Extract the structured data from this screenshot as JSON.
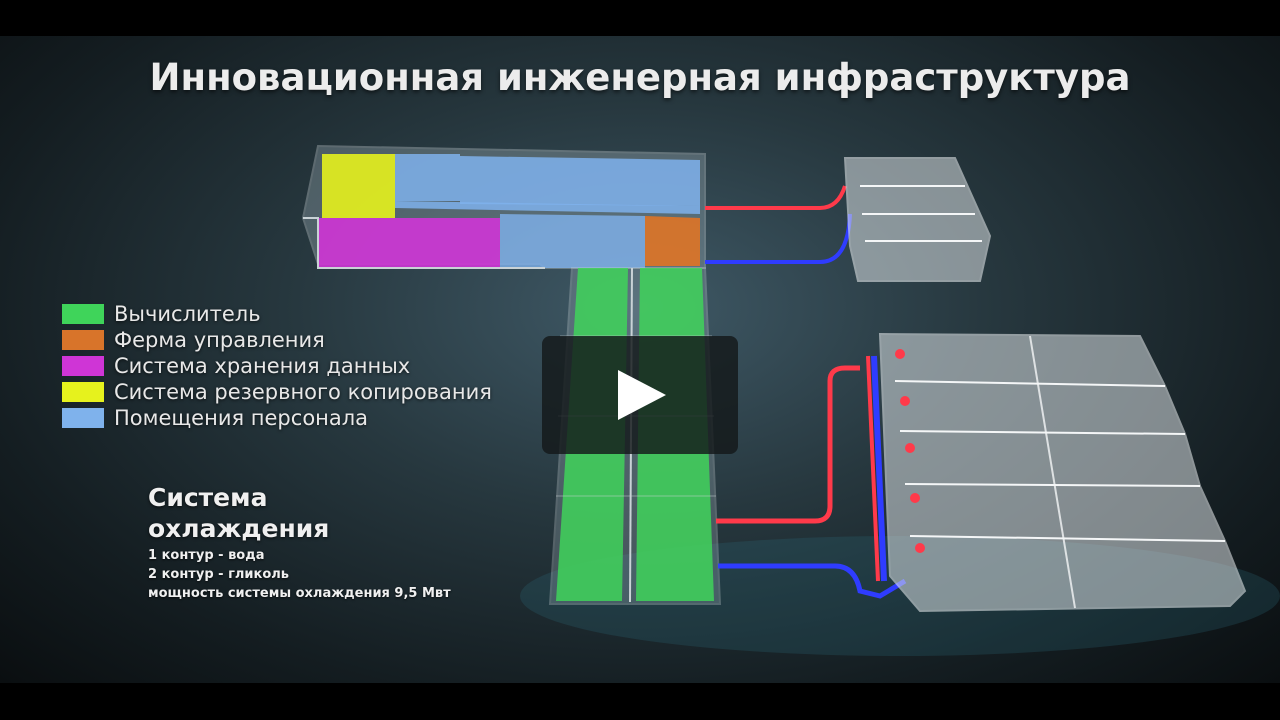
{
  "video": {
    "title": "Инновационная инженерная инфраструктура",
    "play_button": {
      "icon": "play-icon"
    }
  },
  "legend": {
    "items": [
      {
        "label": "Вычислитель",
        "color": "#3fd45a"
      },
      {
        "label": "Ферма управления",
        "color": "#d8742a"
      },
      {
        "label": "Система хранения данных",
        "color": "#cf35d6"
      },
      {
        "label": "Система резервного копирования",
        "color": "#e6f21d"
      },
      {
        "label": "Помещения персонала",
        "color": "#7fb2ec"
      }
    ]
  },
  "cooling": {
    "title": "Система охлаждения",
    "lines": [
      "1 контур - вода",
      "2 контур - гликоль",
      "мощность системы охлаждения 9,5 Мвт"
    ]
  },
  "colors": {
    "hot_pipe": "#ff3a4a",
    "cold_pipe": "#2f3cff",
    "frame": "#c9d2d6"
  }
}
